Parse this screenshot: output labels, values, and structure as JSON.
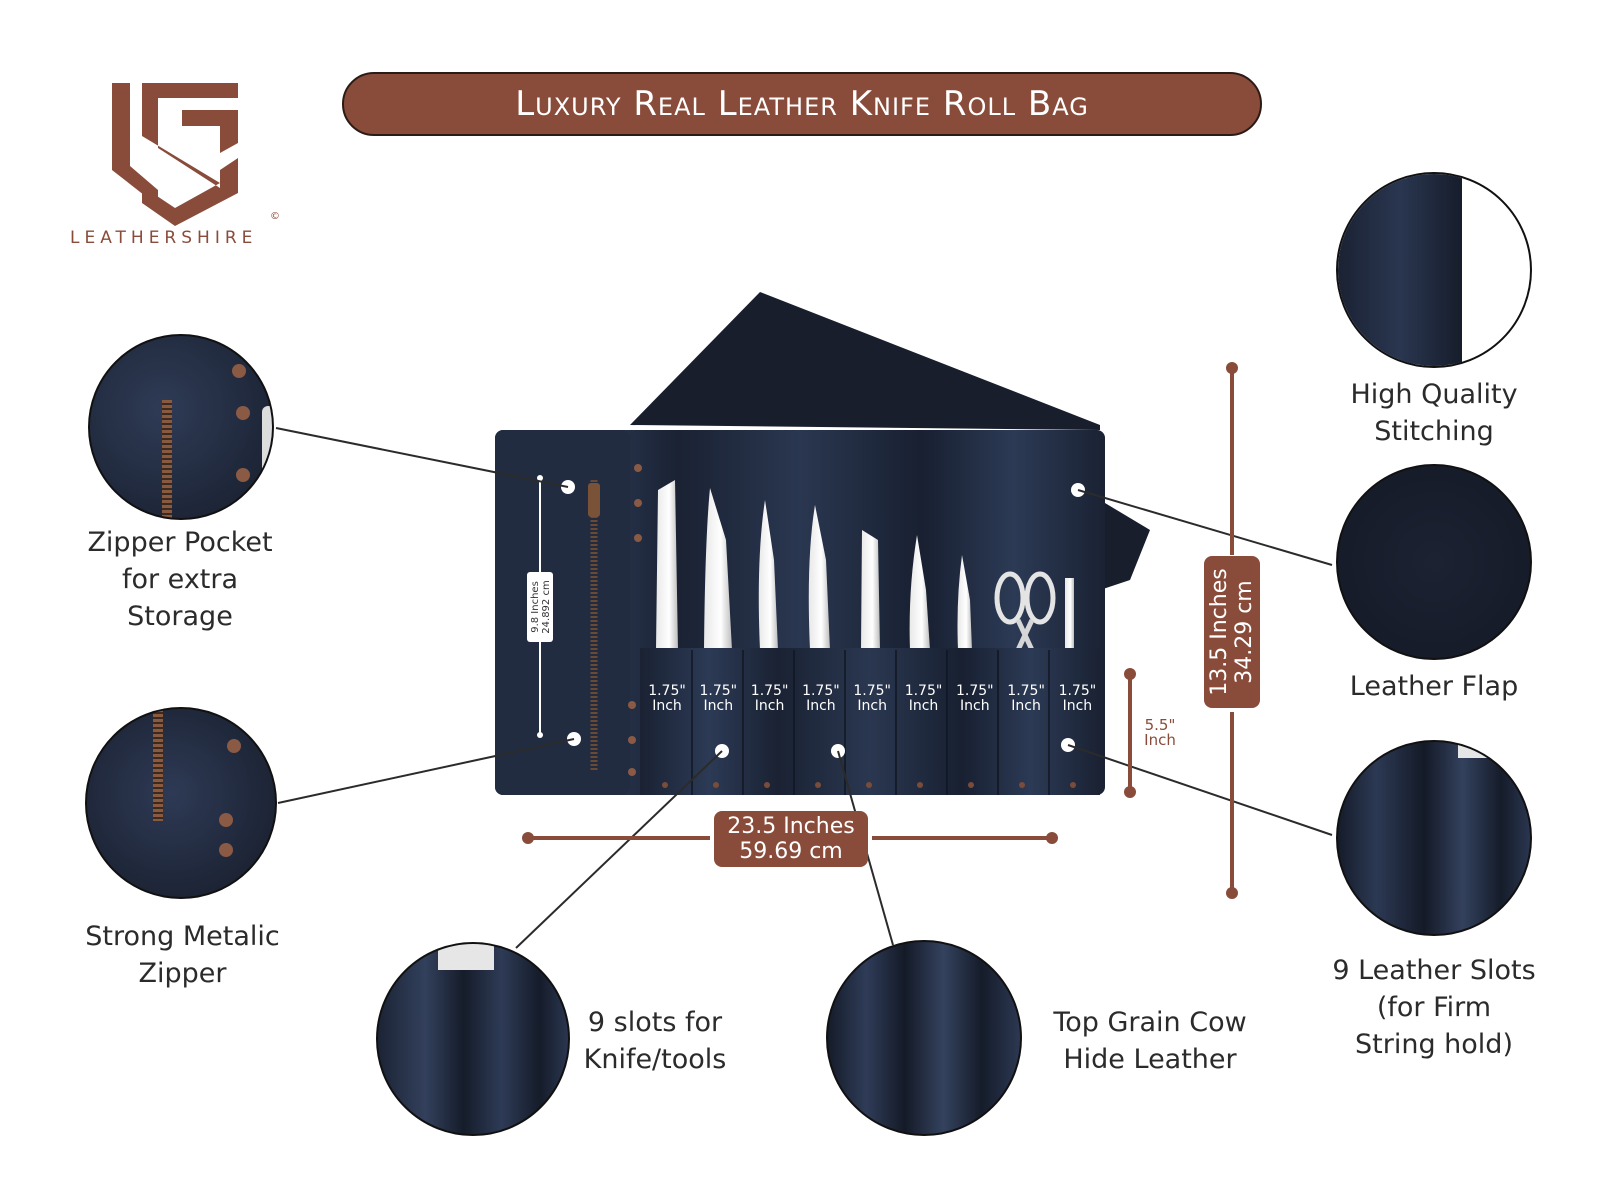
{
  "title": "Luxury Real Leather Knife Roll Bag",
  "brand": {
    "name": "LEATHERSHIRE",
    "copyright": "©"
  },
  "features": {
    "zipper_pocket": "Zipper Pocket for extra Storage",
    "metal_zipper": "Strong Metalic Zipper",
    "knife_slots": "9 slots for Knife/tools",
    "cow_hide": "Top Grain Cow Hide Leather",
    "stitching": "High Quality Stitching",
    "leather_flap": "Leather Flap",
    "string_slots": "9 Leather Slots (for Firm String hold)"
  },
  "feature_lines": {
    "zipper_pocket": [
      "Zipper Pocket",
      "for extra",
      "Storage"
    ],
    "metal_zipper": [
      "Strong Metalic",
      "Zipper"
    ],
    "knife_slots": [
      "9 slots for",
      "Knife/tools"
    ],
    "cow_hide": [
      "Top Grain Cow",
      "Hide Leather"
    ],
    "stitching": [
      "High Quality",
      "Stitching"
    ],
    "leather_flap": [
      "Leather Flap"
    ],
    "string_slots": [
      "9 Leather Slots",
      "(for Firm",
      "String hold)"
    ]
  },
  "dimensions": {
    "width": {
      "inches": "23.5 Inches",
      "cm": "59.69 cm"
    },
    "height": {
      "inches": "13.5 Inches",
      "cm": "34.29 cm"
    },
    "pocket": {
      "inches": "9.8 Inches",
      "cm": "24.892 cm"
    },
    "slot_depth": {
      "value": "5.5\"",
      "unit": "Inch"
    },
    "slot_width": {
      "value": "1.75\"",
      "unit": "Inch"
    },
    "slot_count": 9
  },
  "colors": {
    "accent": "#8a4c3a",
    "leather": "#1f2a3d",
    "leather_dark": "#141a26"
  },
  "icons": [
    "brand-logo-icon"
  ]
}
